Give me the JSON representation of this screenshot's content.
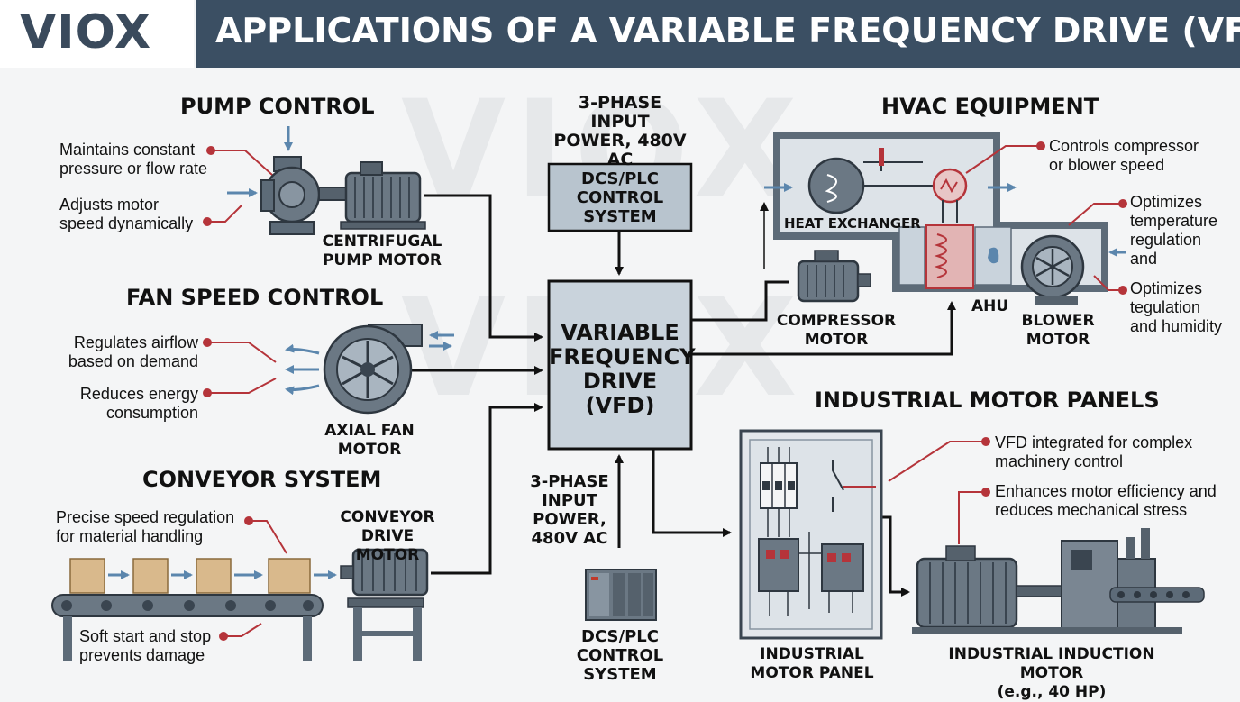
{
  "brand": "VIOX",
  "title": "APPLICATIONS OF A VARIABLE FREQUENCY DRIVE (VFD)",
  "center": {
    "vfd_label": "VARIABLE\nFREQUENCY\nDRIVE\n(VFD)",
    "top_input": "3-PHASE INPUT\nPOWER, 480V AC",
    "top_control": "DCS/PLC\nCONTROL\nSYSTEM",
    "bottom_input": "3-PHASE\nINPUT\nPOWER,\n480V AC",
    "bottom_control": "DCS/PLC\nCONTROL SYSTEM"
  },
  "pump": {
    "title": "PUMP CONTROL",
    "note1": "Maintains constant\npressure or flow rate",
    "note2": "Adjusts motor\nspeed dynamically",
    "motor_label": "CENTRIFUGAL\nPUMP MOTOR"
  },
  "fan": {
    "title": "FAN SPEED CONTROL",
    "note1": "Regulates airflow\nbased on demand",
    "note2": "Reduces energy\nconsumption",
    "motor_label": "AXIAL FAN\nMOTOR"
  },
  "conveyor": {
    "title": "CONVEYOR SYSTEM",
    "note1": "Precise speed regulation\nfor material handling",
    "note2": "Soft start and stop\nprevents damage",
    "motor_label": "CONVEYOR\nDRIVE MOTOR"
  },
  "hvac": {
    "title": "HVAC EQUIPMENT",
    "note1": "Controls compressor\nor blower speed",
    "note2": "Optimizes\ntemperature\nregulation\nand",
    "note3": "Optimizes\ntegulation\nand humidity",
    "heat_exchanger": "HEAT EXCHANGER",
    "ahu": "AHU",
    "compressor": "COMPRESSOR\nMOTOR",
    "blower": "BLOWER\nMOTOR"
  },
  "industrial": {
    "title": "INDUSTRIAL MOTOR PANELS",
    "note1": "VFD integrated for complex\nmachinery control",
    "note2": "Enhances motor efficiency and\nreduces mechanical stress",
    "panel_label": "INDUSTRIAL\nMOTOR PANEL",
    "motor_label": "INDUSTRIAL INDUCTION MOTOR\n(e.g., 40 HP)"
  },
  "colors": {
    "header_bg": "#3b4f63",
    "accent_red": "#b5343a",
    "arrow_blue": "#5b86ad",
    "equipment_grey": "#5d6b78",
    "box_fill": "#b8c4ce"
  }
}
